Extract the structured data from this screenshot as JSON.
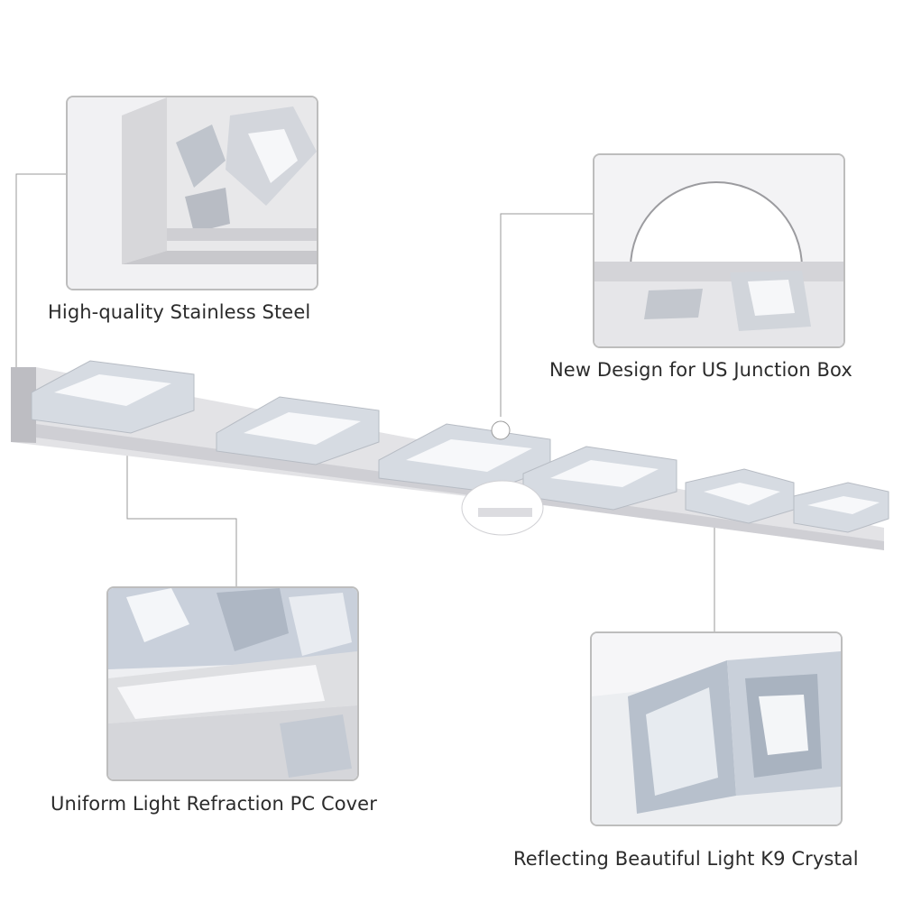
{
  "captions": {
    "steel": "High-quality Stainless Steel",
    "junction": "New Design for US Junction Box",
    "cover": "Uniform Light Refraction PC Cover",
    "crystal": "Reflecting Beautiful Light K9 Crystal"
  },
  "colors": {
    "connector": "#9a9a9a",
    "panel_border": "#bdbdbd",
    "chrome": "#e4e4e8"
  }
}
